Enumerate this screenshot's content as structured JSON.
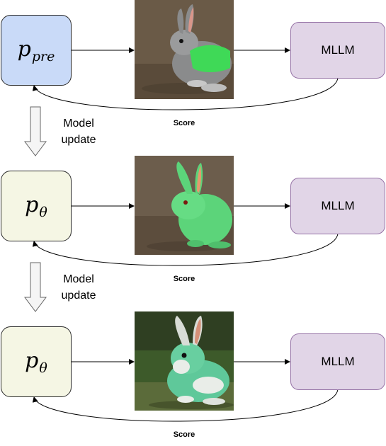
{
  "rows": [
    {
      "model": {
        "symbol": "p",
        "subscript": "pre",
        "color": "#c9daf8"
      },
      "evaluator": "MLLM",
      "feedback": "Score",
      "image": {
        "subject": "gray-rabbit-with-green-vest",
        "rabbit_color": "#8a8b8c",
        "accent_color": "#3fd957"
      }
    },
    {
      "model": {
        "symbol": "p",
        "subscript": "θ",
        "color": "#f5f6e4"
      },
      "evaluator": "MLLM",
      "feedback": "Score",
      "image": {
        "subject": "green-rabbit",
        "rabbit_color": "#5cd47a",
        "accent_color": "#3fd957"
      }
    },
    {
      "model": {
        "symbol": "p",
        "subscript": "θ",
        "color": "#f5f6e4"
      },
      "evaluator": "MLLM",
      "feedback": "Score",
      "image": {
        "subject": "green-and-white-rabbit",
        "rabbit_color": "#5fc89a",
        "accent_color": "#e9ede8"
      }
    }
  ],
  "updates": [
    {
      "line1": "Model",
      "line2": "update"
    },
    {
      "line1": "Model",
      "line2": "update"
    }
  ],
  "colors": {
    "evaluator_fill": "#e1d5e7",
    "evaluator_border": "#9673a6"
  }
}
